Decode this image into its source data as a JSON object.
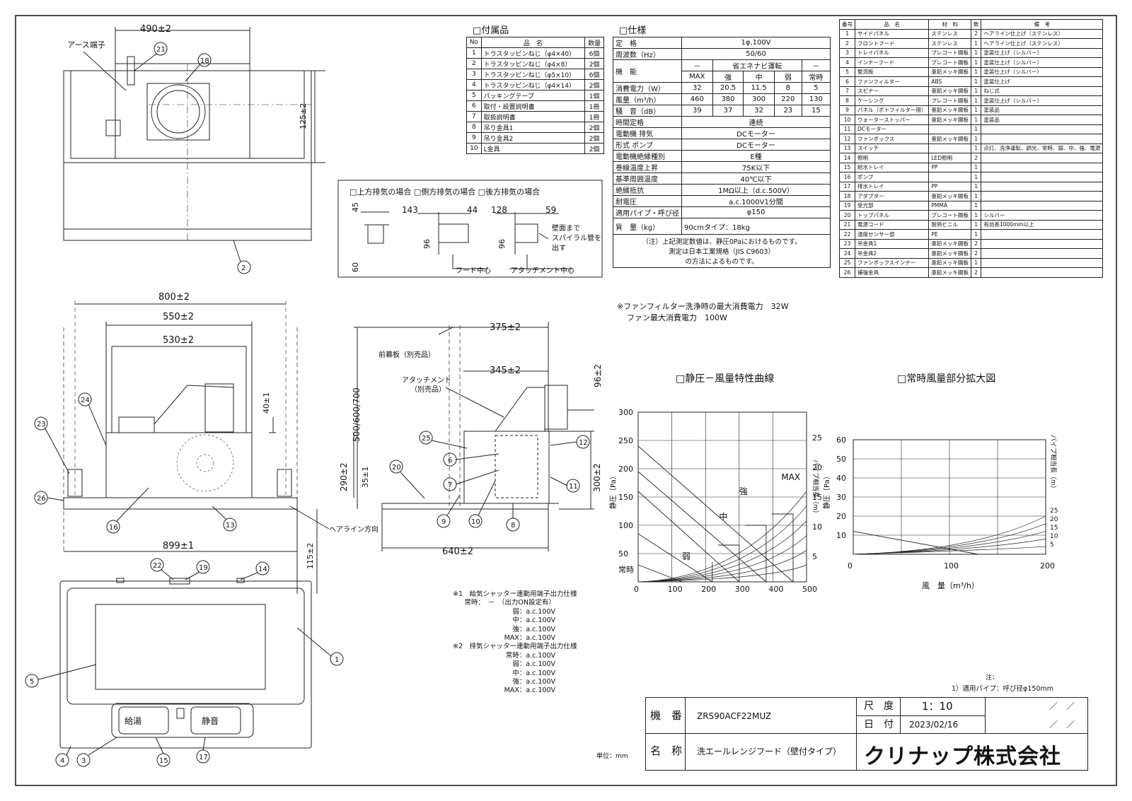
{
  "accessories": {
    "heading": "□付属品",
    "columns": [
      "No",
      "品　名",
      "数量"
    ],
    "rows": [
      [
        "1",
        "トラスタッピンねじ（φ4×40）",
        "6個"
      ],
      [
        "2",
        "トラスタッピンねじ（φ4×8）",
        "2個"
      ],
      [
        "3",
        "トラスタッピンねじ（φ5×10）",
        "6個"
      ],
      [
        "4",
        "トラスタッピンねじ（φ4×14）",
        "2個"
      ],
      [
        "5",
        "パッキングテープ",
        "1個"
      ],
      [
        "6",
        "取付・設置説明書",
        "1冊"
      ],
      [
        "7",
        "取扱説明書",
        "1冊"
      ],
      [
        "8",
        "吊り金具1",
        "2個"
      ],
      [
        "9",
        "吊り金具2",
        "2個"
      ],
      [
        "10",
        "L金具",
        "2個"
      ]
    ]
  },
  "spec": {
    "heading": "□仕様",
    "rated": [
      "定　格",
      "1φ,100V"
    ],
    "frequency": [
      "周波数（Hz）",
      "50/60"
    ],
    "function_label": "機　能",
    "function_row": [
      "－",
      "省エネナビ運転",
      "－"
    ],
    "modes": [
      "MAX",
      "強",
      "中",
      "弱",
      "常時"
    ],
    "power": {
      "label": "消費電力（W）",
      "values": [
        "32",
        "20.5",
        "11.5",
        "8",
        "5"
      ]
    },
    "airflow": {
      "label": "風量（m³/h）",
      "values": [
        "460",
        "380",
        "300",
        "220",
        "130"
      ]
    },
    "noise": {
      "label": "騒　音（dB）",
      "values": [
        "39",
        "37",
        "32",
        "23",
        "15"
      ]
    },
    "rows": [
      [
        "時間定格",
        "連続"
      ],
      [
        "電動機 排気",
        "DCモーター"
      ],
      [
        "形式 ポンプ",
        "DCモーター"
      ],
      [
        "電動機絶縁種別",
        "E種"
      ],
      [
        "巻線温度上昇",
        "75K以下"
      ],
      [
        "基準周囲温度",
        "40℃以下"
      ],
      [
        "絶縁抵抗",
        "1MΩ以上（d.c.500V）"
      ],
      [
        "耐電圧",
        "a.c.1000V1分間"
      ],
      [
        "適用パイプ・呼び径",
        "φ150"
      ]
    ],
    "mass": [
      "質　量（kg）",
      "90cmタイプ：18kg"
    ],
    "note": [
      "（注）上記測定数値は、静圧0Paにおけるものです。",
      "測定は日本工業規格（JIS C9603）",
      "の方法によるものです。"
    ]
  },
  "fan_notes": [
    "※ファンフィルター洗浄時の最大消費電力　32W",
    "ファン最大消費電力　100W"
  ],
  "parts": {
    "columns": [
      "番号",
      "品　名",
      "材　料",
      "数",
      "備　考"
    ],
    "rows": [
      [
        "1",
        "サイドパネル",
        "ステンレス",
        "2",
        "ヘアライン仕上げ（ステンレス）"
      ],
      [
        "2",
        "フロントフード",
        "ステンレス",
        "1",
        "ヘアライン仕上げ（ステンレス）"
      ],
      [
        "3",
        "トレイパネル",
        "プレコート鋼板",
        "1",
        "塗装仕上げ（シルバー）"
      ],
      [
        "4",
        "インナーフード",
        "プレコート鋼板",
        "1",
        "塗装仕上げ（シルバー）"
      ],
      [
        "5",
        "整流板",
        "亜鉛メッキ鋼板",
        "1",
        "塗装仕上げ（シルバー）"
      ],
      [
        "6",
        "ファンフィルター",
        "ABS",
        "1",
        "塗装仕上げ"
      ],
      [
        "7",
        "スピナー",
        "亜鉛メッキ鋼板",
        "1",
        "ねじ式"
      ],
      [
        "8",
        "ケーシング",
        "プレコート鋼板",
        "1",
        "塗装仕上げ（シルバー）"
      ],
      [
        "9",
        "パネル（ボトフィルター用）",
        "亜鉛メッキ鋼板",
        "1",
        "塗装品"
      ],
      [
        "10",
        "ウォーターストッパー",
        "亜鉛メッキ鋼板",
        "1",
        "塗装品"
      ],
      [
        "11",
        "DCモーター",
        "",
        "1",
        ""
      ],
      [
        "12",
        "ファンボックス",
        "亜鉛メッキ鋼板",
        "1",
        ""
      ],
      [
        "13",
        "スイッチ",
        "",
        "1",
        "点灯、洗浄運転、調光、常時、弱、中、強、電源"
      ],
      [
        "14",
        "照明",
        "LED照明",
        "2",
        ""
      ],
      [
        "15",
        "給水トレイ",
        "PP",
        "1",
        ""
      ],
      [
        "16",
        "ポンプ",
        "",
        "1",
        ""
      ],
      [
        "17",
        "排水トレイ",
        "PP",
        "1",
        ""
      ],
      [
        "18",
        "アダプター",
        "亜鉛メッキ鋼板",
        "1",
        ""
      ],
      [
        "19",
        "受光部",
        "PMMA",
        "1",
        ""
      ],
      [
        "20",
        "トップパネル",
        "プレコート鋼板",
        "1",
        "シルバー"
      ],
      [
        "21",
        "電源コード",
        "耐熱ビニル",
        "1",
        "有効長1000mm以上"
      ],
      [
        "22",
        "温度センサー部",
        "PE",
        "1",
        ""
      ],
      [
        "23",
        "吊金具1",
        "亜鉛メッキ鋼板",
        "2",
        ""
      ],
      [
        "24",
        "吊金具2",
        "亜鉛メッキ鋼板",
        "2",
        ""
      ],
      [
        "25",
        "ファンボックスインナー",
        "亜鉛メッキ鋼板",
        "1",
        ""
      ],
      [
        "26",
        "補強金具",
        "亜鉛メッキ鋼板",
        "2",
        ""
      ]
    ]
  },
  "exhaust": {
    "heading": "□上方排気の場合 □側方排気の場合 □後方排気の場合",
    "dims": [
      "45",
      "60",
      "143",
      "44",
      "96",
      "128",
      "59",
      "96"
    ],
    "hood_center": "フード中心",
    "attach_center": "アタッチメント中心",
    "wall_note": [
      "壁面まで",
      "スパイラル管を",
      "出す"
    ]
  },
  "top_view": {
    "width_dim": "490±2",
    "depth_dim": "125±2",
    "earth": "アース端子",
    "callouts": [
      "21",
      "18",
      "2"
    ]
  },
  "front_view": {
    "dims": [
      "800±2",
      "550±2",
      "530±2",
      "40±1",
      "290±2",
      "35±1",
      "899±1",
      "115±2"
    ],
    "hairline": "ヘアライン方向",
    "callouts": [
      "23",
      "24",
      "26",
      "16",
      "13"
    ]
  },
  "side_view": {
    "dims": [
      "375±2",
      "345±2",
      "96±2",
      "300±2",
      "500/600/700",
      "640±2"
    ],
    "front_panel": "前幕板（別売品）",
    "attachment": [
      "アタッチメント",
      "（別売品）"
    ],
    "callouts": [
      "25",
      "6",
      "7",
      "12",
      "11",
      "20",
      "9",
      "10",
      "8"
    ]
  },
  "bottom_view": {
    "callouts": [
      "22",
      "19",
      "14",
      "1",
      "5",
      "4",
      "3",
      "15",
      "17"
    ],
    "switch_labels": [
      "給湯",
      "静音"
    ]
  },
  "shutter_notes": [
    "※1　給気シャッター連動用端子出力仕様",
    "常時：　－　（出力ON設定有）",
    "弱：a.c.100V",
    "中：a.c.100V",
    "強：a.c.100V",
    "MAX：a.c.100V",
    "※2　排気シャッター連動用端子出力仕様",
    "常時：a.c.100V",
    "弱：a.c.100V",
    "中：a.c.100V",
    "強：a.c.100V",
    "MAX：a.c.100V"
  ],
  "unit": "単位：mm",
  "chart_data": [
    {
      "type": "line",
      "title": "□静圧－風量特性曲線",
      "ylabel": "静圧（Pa）",
      "y2label": "パイプ相当長（m）",
      "xlim": [
        0,
        500
      ],
      "ylim": [
        0,
        300
      ],
      "xticks": [
        "0",
        "100",
        "200",
        "300",
        "400",
        "500"
      ],
      "yticks": [
        "50",
        "100",
        "150",
        "200",
        "250",
        "300"
      ],
      "y2ticks": [
        "5",
        "10",
        "15",
        "20",
        "25"
      ],
      "series": [
        {
          "name": "MAX",
          "x": [
            0,
            460
          ],
          "y": [
            240,
            0
          ]
        },
        {
          "name": "強",
          "x": [
            0,
            380
          ],
          "y": [
            195,
            0
          ]
        },
        {
          "name": "中",
          "x": [
            0,
            300
          ],
          "y": [
            160,
            0
          ]
        },
        {
          "name": "弱",
          "x": [
            0,
            220
          ],
          "y": [
            85,
            0
          ]
        },
        {
          "name": "常時",
          "x": [
            0,
            130
          ],
          "y": [
            30,
            0
          ]
        }
      ]
    },
    {
      "type": "line",
      "title": "□常時風量部分拡大図",
      "xlabel": "風　量（m³/h）",
      "ylabel": "静圧（Pa）",
      "y2label": "パイプ相当長（m）",
      "xlim": [
        0,
        200
      ],
      "ylim": [
        0,
        60
      ],
      "xticks": [
        "0",
        "100",
        "200"
      ],
      "yticks": [
        "10",
        "20",
        "30",
        "40",
        "50",
        "60"
      ],
      "y2ticks": [
        "5",
        "10",
        "15",
        "20",
        "25"
      ]
    }
  ],
  "title_block": {
    "note_head": "注：",
    "note": "1）適用パイプ：呼び径φ150mm",
    "model_label": "機　番",
    "model": "ZRS90ACF22MUZ",
    "scale_label": "尺　度",
    "scale": "1：10",
    "date_label": "日　付",
    "date": "2023/02/16",
    "name_label": "名　称",
    "name": "洗エールレンジフード（壁付タイプ）",
    "company": "クリナップ株式会社",
    "slash": "／　／"
  }
}
